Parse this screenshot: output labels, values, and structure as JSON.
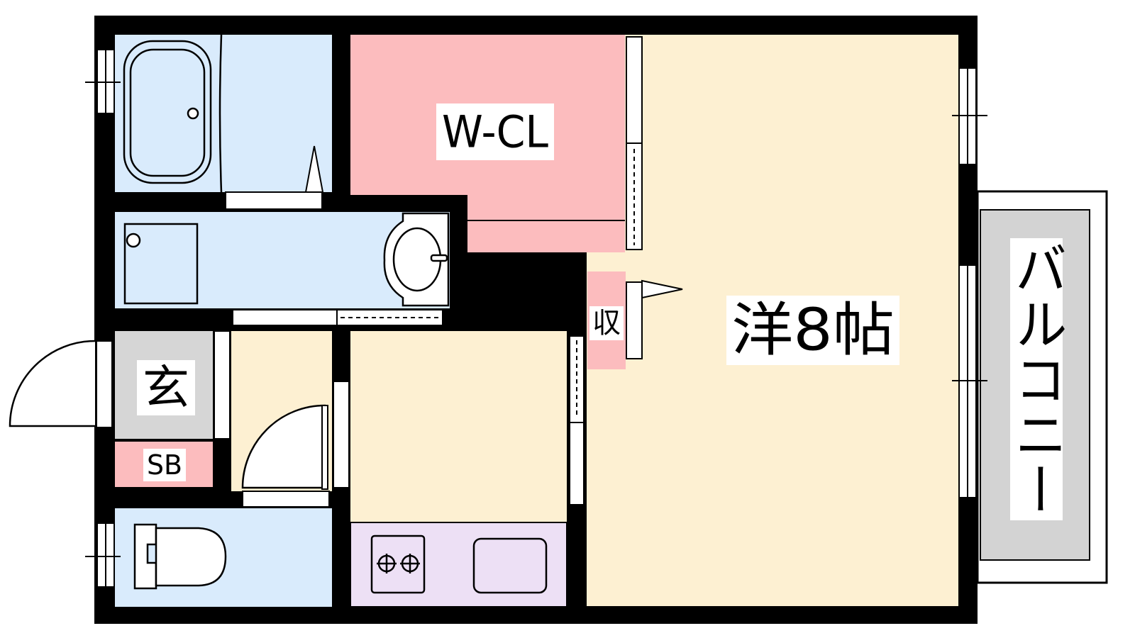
{
  "labels": {
    "western_room": "洋8帖",
    "walk_in_closet": "W-CL",
    "storage": "収",
    "entrance": "玄",
    "shoe_box": "SB",
    "balcony": "バルコニー"
  },
  "colors": {
    "wall": "#000000",
    "western_room": "#fdf0d2",
    "kitchen": "#fdf0d2",
    "closet": "#fcbcbe",
    "wet_area": "#d9ebfc",
    "entrance": "#d6d6d6",
    "kitchen_counter": "#ede0f5",
    "balcony": "#d3d3d3"
  }
}
